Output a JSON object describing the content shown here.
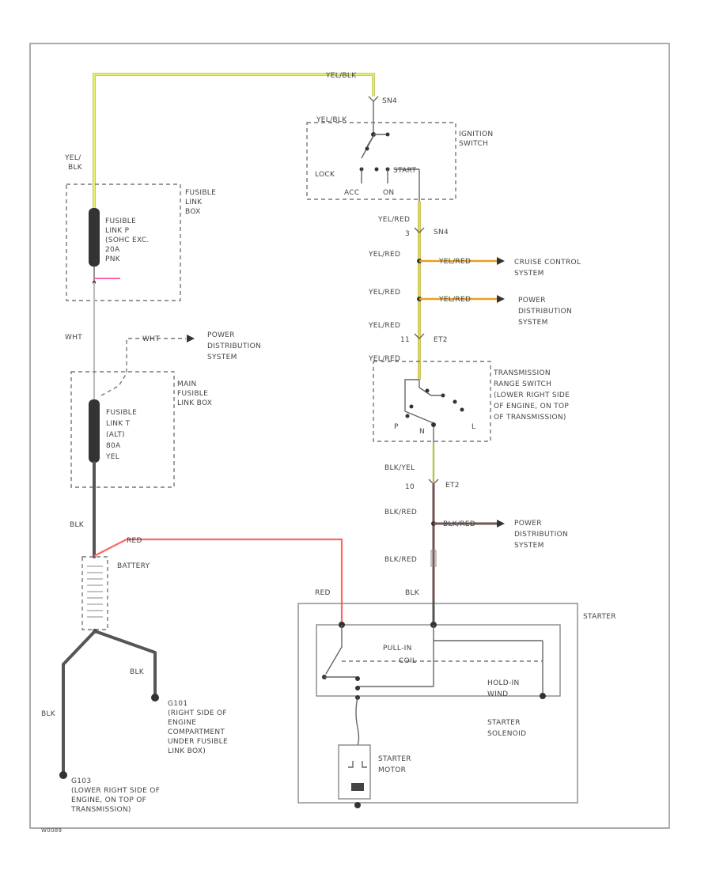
{
  "diagram_id": "W0089",
  "wire_colors": {
    "yel_blk": "#e8ef6a",
    "red": "#ff6666",
    "yel_red": "#e8d84a",
    "blk": "#555555",
    "orange_arrow": "#e8a020"
  },
  "labels": {
    "yel_blk_top": "YEL/BLK",
    "yel_blk_ign": "YEL/BLK",
    "yel_blk_left_1": "YEL/",
    "yel_blk_left_2": "BLK",
    "sn4_top": "SN4",
    "ignition_switch_1": "IGNITION",
    "ignition_switch_2": "SWITCH",
    "lock": "LOCK",
    "start": "START",
    "acc": "ACC",
    "on": "ON",
    "fusible_link_box_1": "FUSIBLE",
    "fusible_link_box_2": "LINK",
    "fusible_link_box_3": "BOX",
    "fusible_link_p_1": "FUSIBLE",
    "fusible_link_p_2": "LINK P",
    "fusible_link_p_3": "(SOHC EXC.",
    "fusible_link_p_4": "20A",
    "fusible_link_p_5": "PNK",
    "wht_left": "WHT",
    "wht_right": "WHT",
    "power_dist_1a": "POWER",
    "power_dist_1b": "DISTRIBUTION",
    "power_dist_1c": "SYSTEM",
    "main_fusible_1": "MAIN",
    "main_fusible_2": "FUSIBLE",
    "main_fusible_3": "LINK BOX",
    "fusible_link_t_1": "FUSIBLE",
    "fusible_link_t_2": "LINK T",
    "fusible_link_t_3": "(ALT)",
    "fusible_link_t_4": "80A",
    "fusible_link_t_5": "YEL",
    "blk_battery": "BLK",
    "red_top": "RED",
    "battery": "BATTERY",
    "blk_ground1": "BLK",
    "blk_ground2": "BLK",
    "g101_1": "G101",
    "g101_2": "(RIGHT SIDE OF",
    "g101_3": "ENGINE",
    "g101_4": "COMPARTMENT",
    "g101_5": "UNDER FUSIBLE",
    "g101_6": "LINK BOX)",
    "g103_1": "G103",
    "g103_2": "(LOWER RIGHT SIDE OF",
    "g103_3": "ENGINE, ON TOP OF",
    "g103_4": "TRANSMISSION)",
    "yelred_1": "YEL/RED",
    "sn4_mid_pin": "3",
    "sn4_mid": "SN4",
    "yelred_2": "YEL/RED",
    "yelred_arrow1": "YEL/RED",
    "cruise_1": "CRUISE CONTROL",
    "cruise_2": "SYSTEM",
    "yelred_3": "YEL/RED",
    "yelred_arrow2": "YEL/RED",
    "power_dist_2a": "POWER",
    "power_dist_2b": "DISTRIBUTION",
    "power_dist_2c": "SYSTEM",
    "yelred_4": "YEL/RED",
    "et2_top_pin": "11",
    "et2_top": "ET2",
    "yelred_5": "YEL/RED",
    "trs_1": "TRANSMISSION",
    "trs_2": "RANGE SWITCH",
    "trs_3": "(LOWER RIGHT SIDE",
    "trs_4": "OF ENGINE, ON TOP",
    "trs_5": "OF TRANSMISSION)",
    "trs_p": "P",
    "trs_n": "N",
    "trs_l": "L",
    "blkyel": "BLK/YEL",
    "et2_bot_pin": "10",
    "et2_bot": "ET2",
    "blkred_1": "BLK/RED",
    "blkred_arrow": "BLK/RED",
    "power_dist_3a": "POWER",
    "power_dist_3b": "DISTRIBUTION",
    "power_dist_3c": "SYSTEM",
    "blkred_2": "BLK/RED",
    "red_starter": "RED",
    "blk_starter": "BLK",
    "starter": "STARTER",
    "pull_in_1": "PULL-IN",
    "pull_in_2": "COIL",
    "hold_in_1": "HOLD-IN",
    "hold_in_2": "WIND",
    "starter_solenoid_1": "STARTER",
    "starter_solenoid_2": "SOLENOID",
    "starter_motor_1": "STARTER",
    "starter_motor_2": "MOTOR"
  }
}
